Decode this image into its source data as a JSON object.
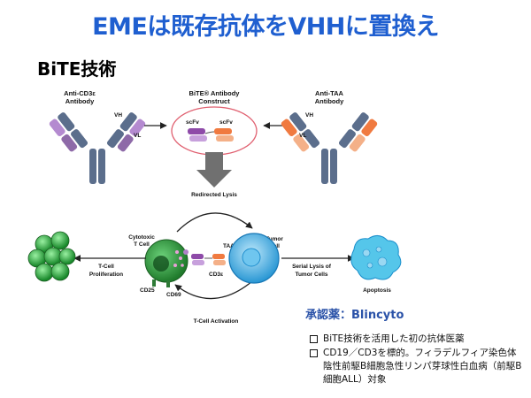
{
  "title": "EMEは既存抗体をVHHに置換え",
  "subtitle": "BiTE技術",
  "diagram": {
    "anti_cd3_label": [
      "Anti-CD3ε",
      "Antibody"
    ],
    "bite_label": [
      "BiTE® Antibody",
      "Construct"
    ],
    "anti_taa_label": [
      "Anti-TAA",
      "Antibody"
    ],
    "vh": "VH",
    "vl": "VL",
    "scfv_left": "scFv",
    "scfv_right": "scFv",
    "redirected_lysis": "Redirected Lysis",
    "cytotoxic_t_cell": [
      "Cytotoxic",
      "T Cell"
    ],
    "taa": "TAA",
    "tumor_cell": [
      "Tumor",
      "Cell"
    ],
    "cd3e": "CD3ε",
    "cd25": "CD25",
    "cd69": "CD69",
    "t_cell_proliferation": [
      "T-Cell",
      "Proliferation"
    ],
    "serial_lysis": [
      "Serial Lysis of",
      "Tumor Cells"
    ],
    "apoptosis": "Apoptosis",
    "t_cell_activation": "T-Cell Activation"
  },
  "approved_drug": "承認薬：Blincyto",
  "notes": [
    "BiTE技術を活用した初の抗体医薬",
    "CD19／CD3を標的。フィラデルフィア染色体陰性前駆B細胞急性リンパ芽球性白血病（前駆B細胞ALL）対象"
  ],
  "colors": {
    "title": "#1f5fd0",
    "antibody_heavy": "#5b6e8c",
    "cd3_variable": "#b48ad0",
    "taa_variable": "#f0a070",
    "t_cell": "#2e9a3c",
    "tumor_cell": "#2ba6e0",
    "oval_outline": "#e06070"
  }
}
